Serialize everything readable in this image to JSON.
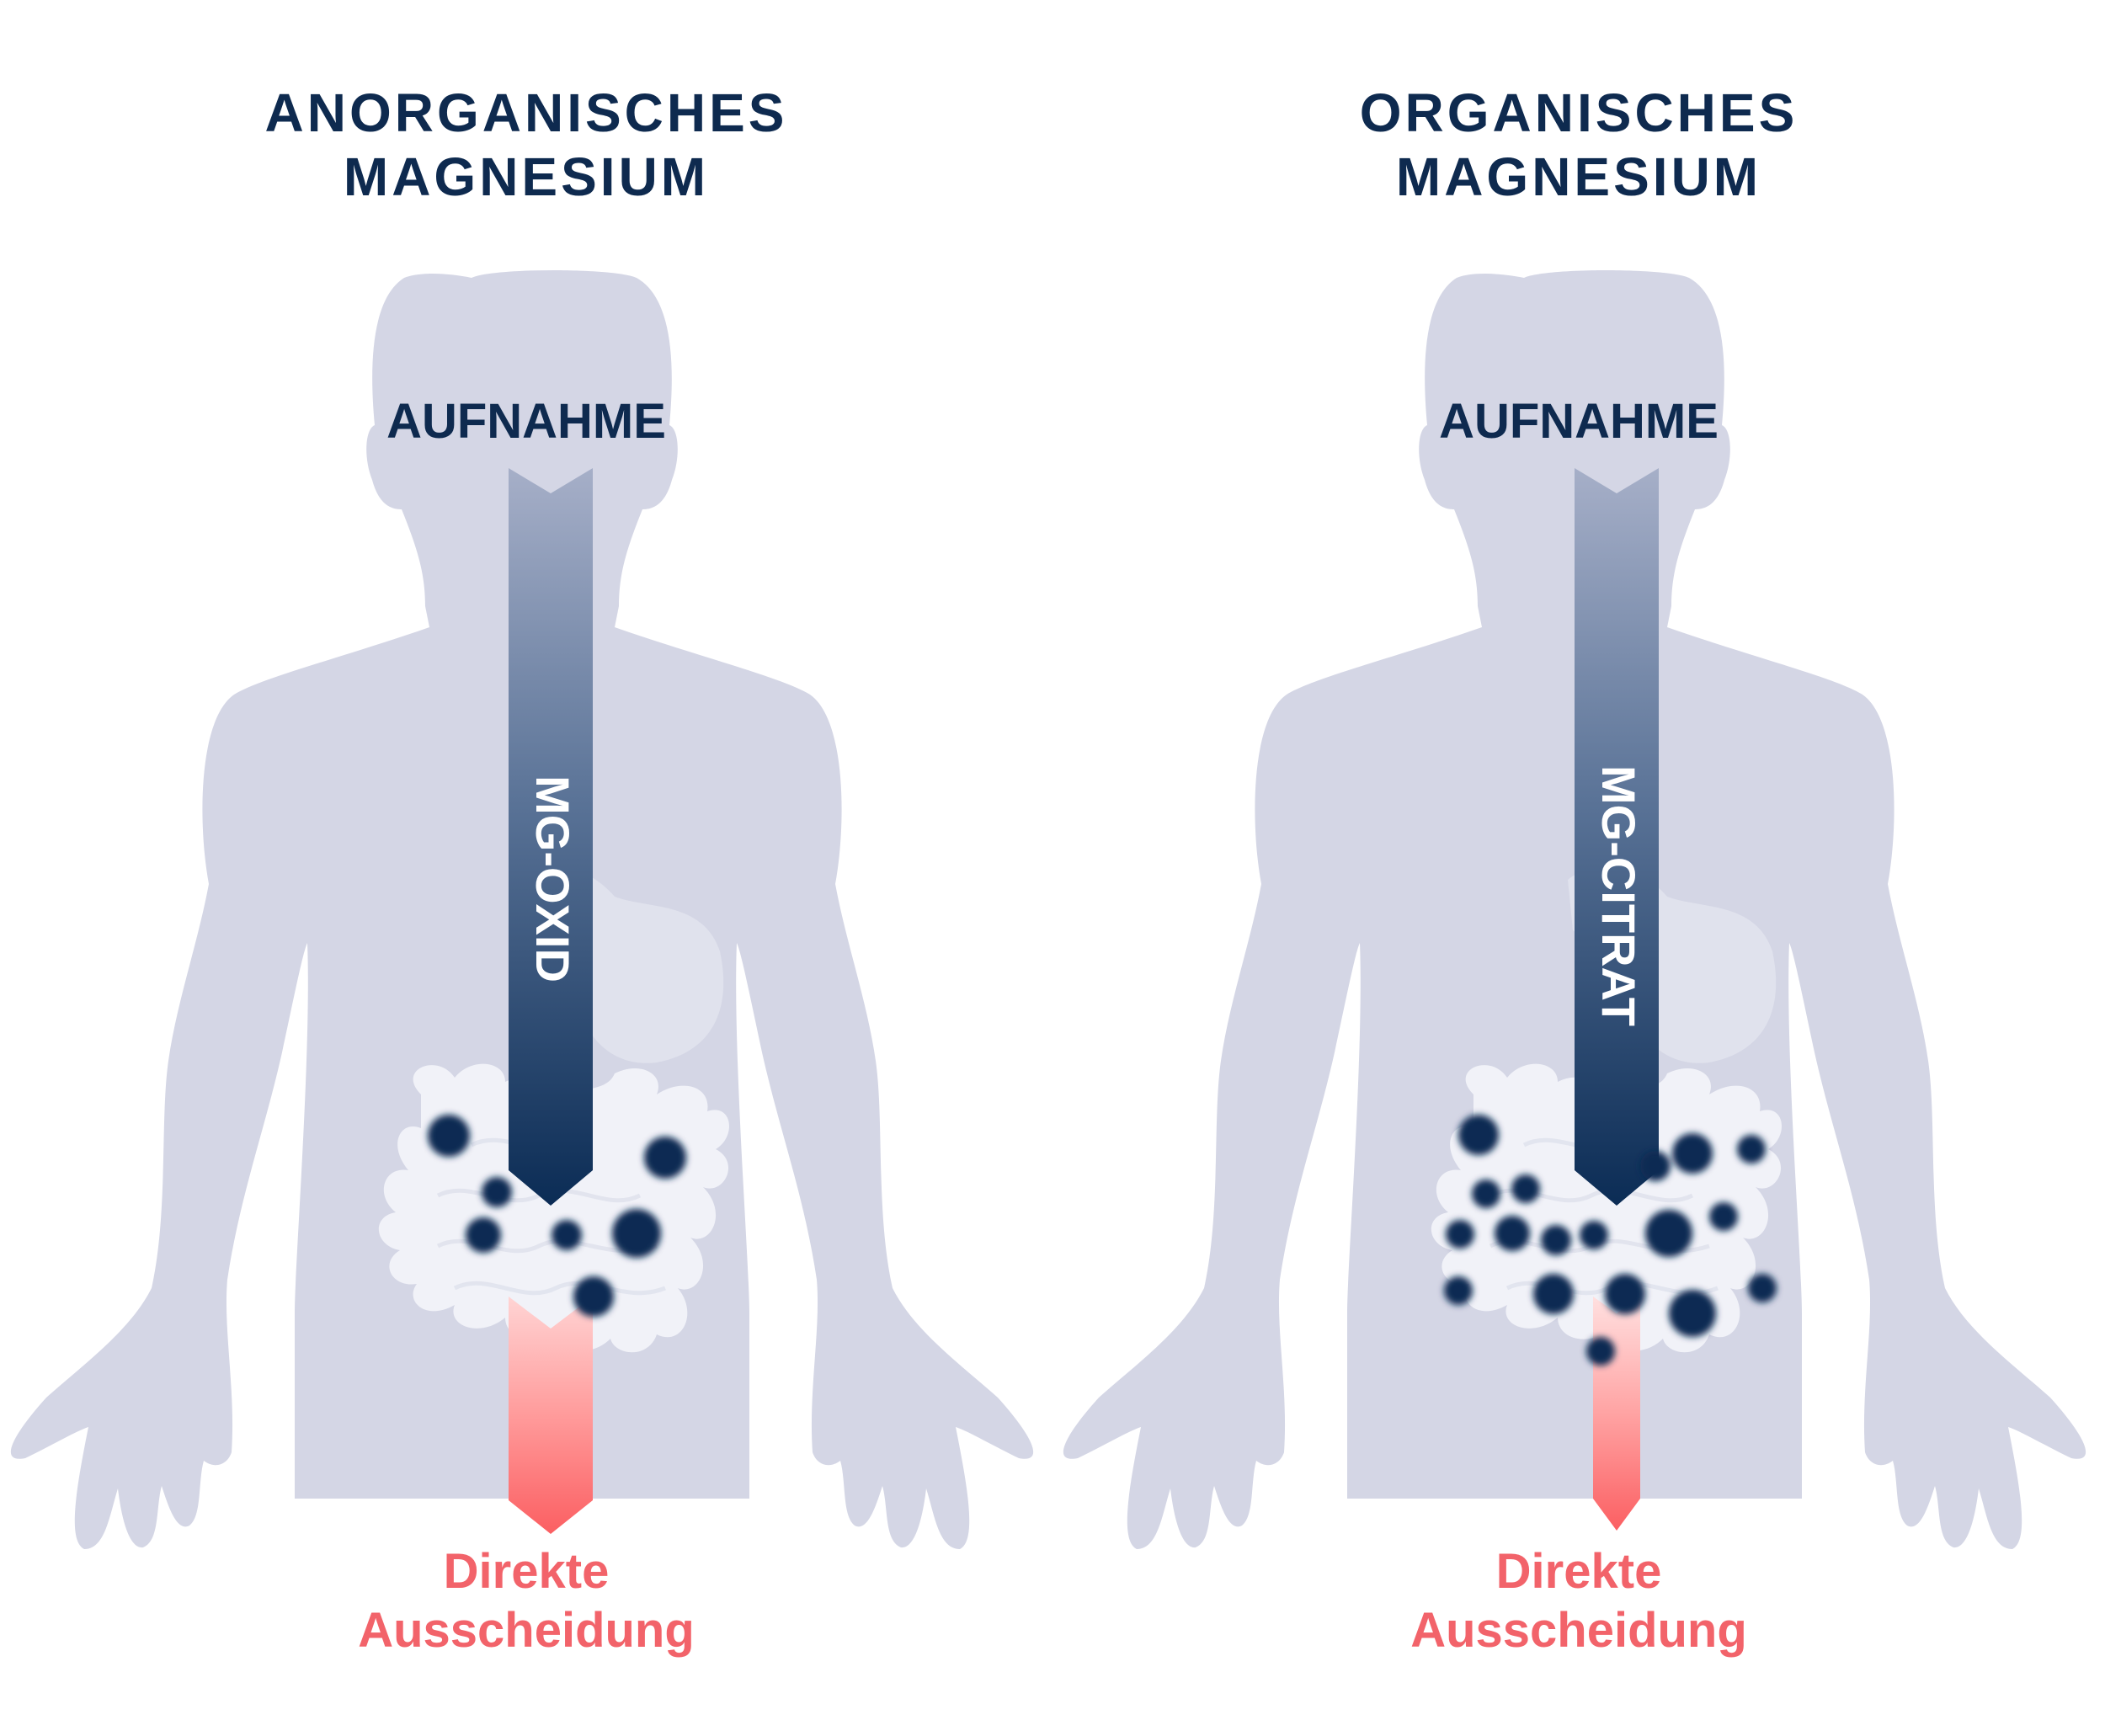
{
  "colors": {
    "body": "#d4d6e5",
    "navy": "#0e2a4f",
    "molecule": "#0c2a52",
    "excretion": "#f2636a",
    "intestine": "#f1f2f8"
  },
  "panels": [
    {
      "title_line1": "ANORGANISCHES",
      "title_line2": "MAGNESIUM",
      "intake_label": "AUFNAHME",
      "compound_label": "MG-OXID",
      "excretion_line1": "Direkte",
      "excretion_line2": "Ausscheidung"
    },
    {
      "title_line1": "ORGANISCHES",
      "title_line2": "MAGNESIUM",
      "intake_label": "AUFNAHME",
      "compound_label": "MG-CITRAT",
      "excretion_line1": "Direkte",
      "excretion_line2": "Ausscheidung"
    }
  ]
}
